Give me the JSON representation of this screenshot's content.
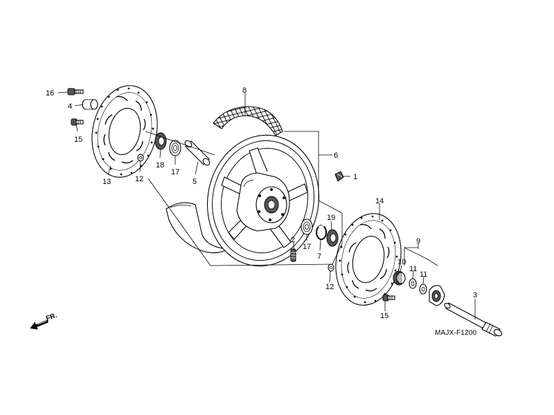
{
  "diagram": {
    "code": "MAJX-F1200",
    "direction_label": "FR.",
    "callouts": [
      {
        "id": "c16a",
        "label": "16"
      },
      {
        "id": "c4",
        "label": "4"
      },
      {
        "id": "c15a",
        "label": "15"
      },
      {
        "id": "c13",
        "label": "13"
      },
      {
        "id": "c12a",
        "label": "12"
      },
      {
        "id": "c18",
        "label": "18"
      },
      {
        "id": "c17a",
        "label": "17"
      },
      {
        "id": "c5",
        "label": "5"
      },
      {
        "id": "c8",
        "label": "8"
      },
      {
        "id": "c6",
        "label": "6"
      },
      {
        "id": "c1",
        "label": "1"
      },
      {
        "id": "c2",
        "label": "2"
      },
      {
        "id": "c17b",
        "label": "17"
      },
      {
        "id": "c7",
        "label": "7"
      },
      {
        "id": "c19",
        "label": "19"
      },
      {
        "id": "c14",
        "label": "14"
      },
      {
        "id": "c12b",
        "label": "12"
      },
      {
        "id": "c9",
        "label": "9"
      },
      {
        "id": "c10",
        "label": "10"
      },
      {
        "id": "c11a",
        "label": "11"
      },
      {
        "id": "c11b",
        "label": "11"
      },
      {
        "id": "c15b",
        "label": "15"
      },
      {
        "id": "c3",
        "label": "3"
      }
    ]
  }
}
